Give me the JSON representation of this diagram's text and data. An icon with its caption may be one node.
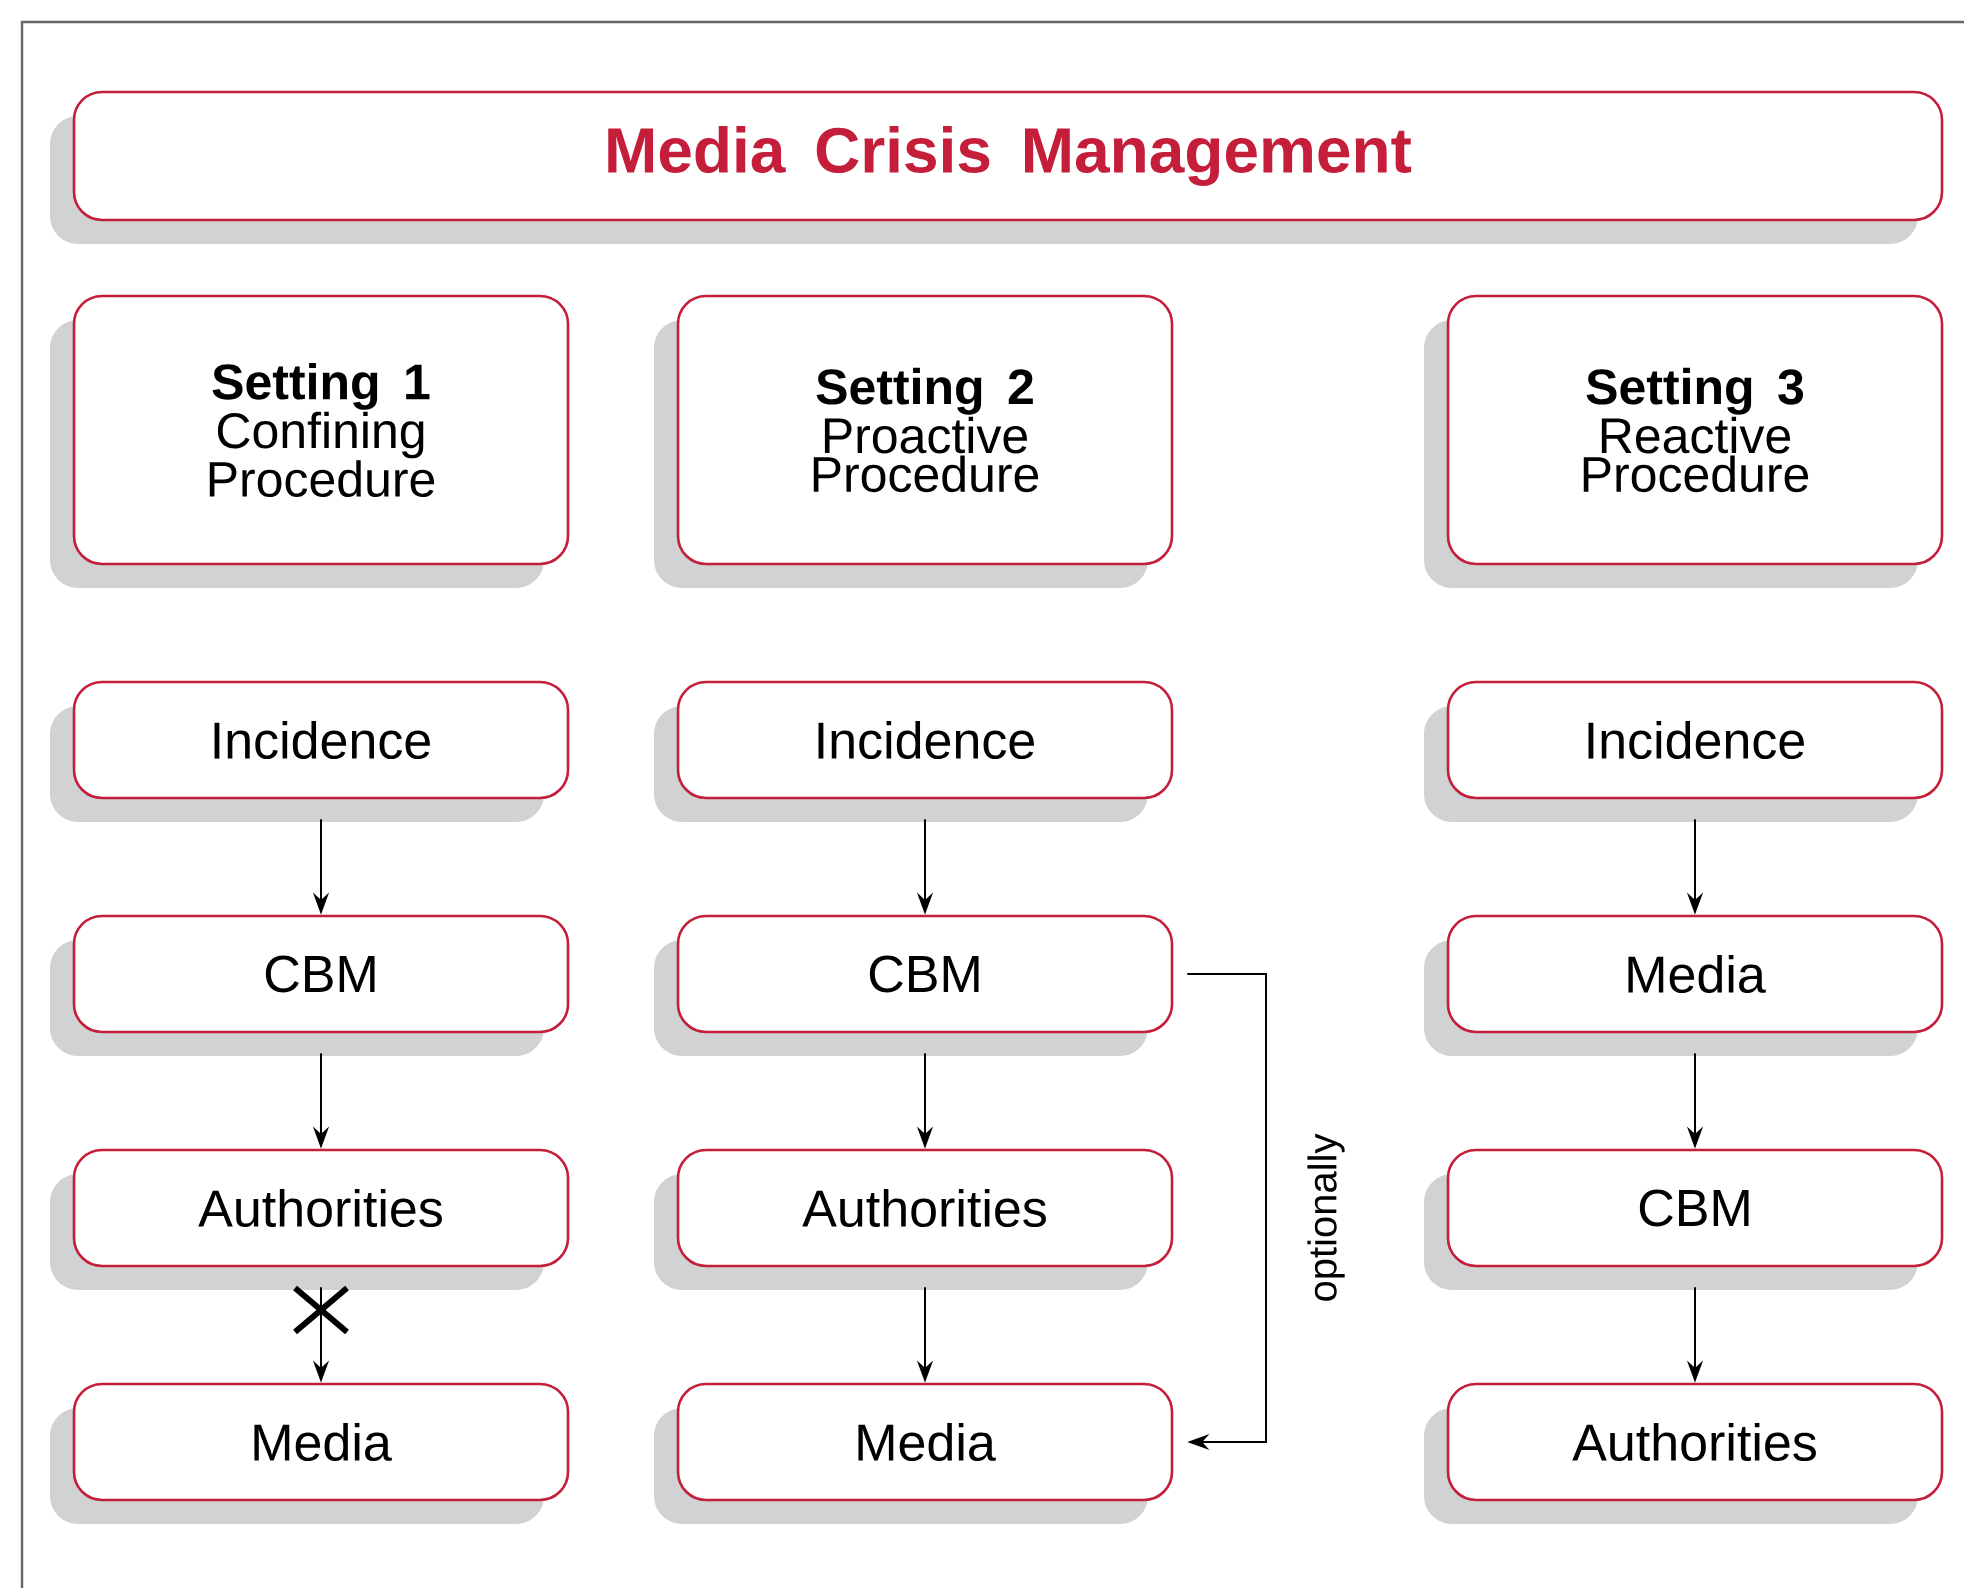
{
  "diagram": {
    "nodes": [
      {
        "text": [
          "Media Crisis Management"
        ]
      },
      {
        "text": [
          "Setting 1",
          "Confining Procedure"
        ]
      },
      {
        "text": [
          "Setting 2",
          "Proactive Procedure"
        ]
      },
      {
        "text": [
          "Setting 3",
          "Reactive Procedure"
        ]
      },
      {
        "text": [
          "Incidence"
        ]
      },
      {
        "text": [
          "CBM"
        ]
      },
      {
        "text": [
          "Authorities"
        ]
      },
      {
        "text": [
          "Media"
        ]
      },
      {
        "text": [
          "Incidence"
        ]
      },
      {
        "text": [
          "CBM"
        ]
      },
      {
        "text": [
          "Authorities"
        ]
      },
      {
        "text": [
          "Media"
        ]
      },
      {
        "text": [
          "Incidence"
        ]
      },
      {
        "text": [
          "Media"
        ]
      },
      {
        "text": [
          "CBM"
        ]
      },
      {
        "text": [
          "Authorities"
        ]
      }
    ],
    "edges": [
      {
        "from": 4,
        "to": 5,
        "arrow": "to"
      },
      {
        "from": 5,
        "to": 6,
        "arrow": "to"
      },
      {
        "from": 6,
        "to": 7,
        "arrow": "to"
      },
      {
        "from": 8,
        "to": 9,
        "arrow": "to"
      },
      {
        "from": 9,
        "to": 10,
        "arrow": "to"
      },
      {
        "from": 10,
        "to": 11,
        "arrow": "to"
      },
      {
        "from": 9,
        "to": 11,
        "arrow": "to",
        "label": "optionally"
      },
      {
        "from": 12,
        "to": 13,
        "arrow": "to"
      },
      {
        "from": 13,
        "to": 14,
        "arrow": "to"
      },
      {
        "from": 14,
        "to": 15,
        "arrow": "to"
      }
    ]
  }
}
